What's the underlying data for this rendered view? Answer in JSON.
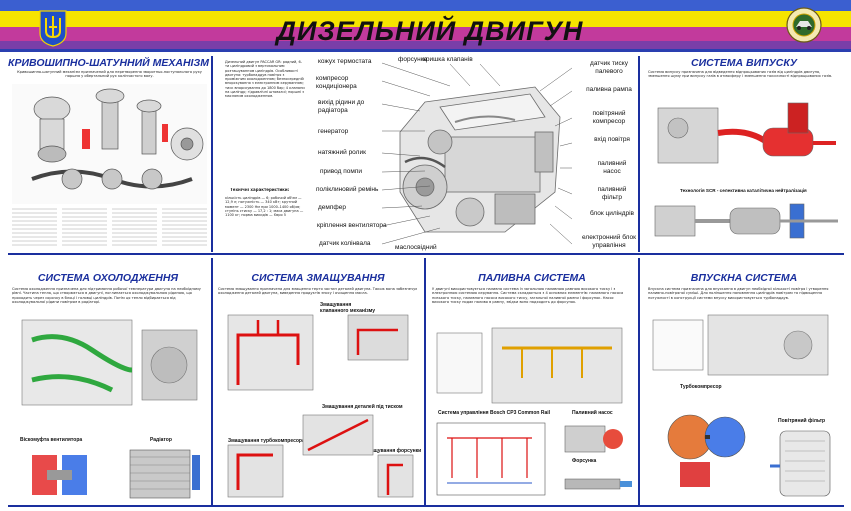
{
  "header": {
    "title": "ДИЗЕЛЬНИЙ ДВИГУН",
    "colors": {
      "blue": "#3b5fd0",
      "yellow": "#f6e400",
      "magenta": "#c23a9c",
      "purple": "#7a3ea8"
    }
  },
  "panels": {
    "crank": {
      "title": "КРИВОШИПНО-ШАТУННИЙ МЕХАНІЗМ",
      "text": "Кривошипно-шатунний механізм призначений для перетворення зворотньо-поступального руху поршня у обертальний рух колінчастого валу."
    },
    "engine_desc": {
      "text": "Дизельний двигун PACCAR GR: рядний, 6-ти циліндровий з вертикальним розташуванням циліндрів. Особливості двигуна: турбонаддув повітря з проміжним охолодженням; безпосередній впорскування з електронним керуванням; тиск впорскування до 1800 бар; 4 клапани на циліндр; гідравлічні штовхачі; поршні з масляним охолодженням.",
      "specs_title": "Технічні характеристики:",
      "specs": "кількість циліндрів — 6; робочий об'єм — 12,9 л; потужність — 340 кВт; крутний момент — 2300 Нм при 1000–1400 об/хв; ступінь стиску — 17,2 : 1; маса двигуна — 1100 кг; норма викидів — Євро 5"
    },
    "exhaust": {
      "title": "СИСТЕМА ВИПУСКУ",
      "text": "Система випуску призначена для відведення відпрацьованих газів від циліндрів двигуна, зменшення шуму при випуску газів в атмосферу і зменшення токсичності відпрацьованих газів.",
      "scr_caption": "Технологія SCR - селективна каталітична нейтралізація"
    },
    "cooling": {
      "title": "СИСТЕМА ОХОЛОДЖЕННЯ",
      "text": "Система охолодження призначена для підтримання робочої температури двигуна на необхідному рівні. Частина тепла, що створюється в двигуні, поглинається охолоджувальною рідиною, що проходить через сорочку в блоці і головці циліндрів. Потім ця тепло відбирається від охолоджувальної рідини повітрям в радіаторі.",
      "fan_caption": "Віскомуфта вентилятора",
      "rad_caption": "Радіатор"
    },
    "lube": {
      "title": "СИСТЕМА ЗМАЩУВАННЯ",
      "text": "Система змащування призначена для змащення тертя частин деталей двигуна. Також вона забезпечує охолодження деталей двигуна, виведення продуктів зносу і очищення масла.",
      "cap1": "Змащування клапанного механізму",
      "cap2": "Змащування деталей під тиском",
      "cap3": "Змащування турбокомпресора",
      "cap4": "Змащування форсунки"
    },
    "fuel": {
      "title": "ПАЛИВНА СИСТЕМА",
      "text": "У двигуні використовується паливна система із загальною паливною рампою високого тиску і з електронною системою керування. Система складається з 4 основних елементів: паливного насоса низького тиску, паливного насоса високого тиску, загальної паливної рампи і форсунок. Насос високого тиску подає паливо в рампу, звідки воно надходить до форсунок.",
      "cap1": "Система управління Bosch CP3 Common Rail",
      "cap2": "Паливний насос",
      "cap3": "Форсунка"
    },
    "intake": {
      "title": "ВПУСКНА СИСТЕМА",
      "text": "Впускна система призначена для впускання в двигун необхідної кількості повітря і утворення паливно-повітряної суміші. Для поліпшення наповнення циліндрів повітрям та підвищення потужності в конструкції системи впуску використовується турбонаддув.",
      "cap1": "Турбокомпресор",
      "cap2": "Повітряний фільтр"
    }
  },
  "callouts_left": [
    "кожух термостата",
    "компресор кондиціонера",
    "вихід рідини до радіатора",
    "генератор",
    "натяжний ролик",
    "привод помпи",
    "поліклиновий ремінь",
    "демпфер",
    "кріплення вентилятора",
    "датчик колінвала",
    "маслосвідний"
  ],
  "callouts_top": [
    "форсунка",
    "кришка клапанів"
  ],
  "callouts_right": [
    "датчик тиску палевого",
    "паливна рампа",
    "повітряний компресор",
    "вхід повітря",
    "паливний насос",
    "паливний фільтр",
    "блок циліндрів",
    "електронний блок управління"
  ],
  "callout_bottom": "маслосвідний"
}
